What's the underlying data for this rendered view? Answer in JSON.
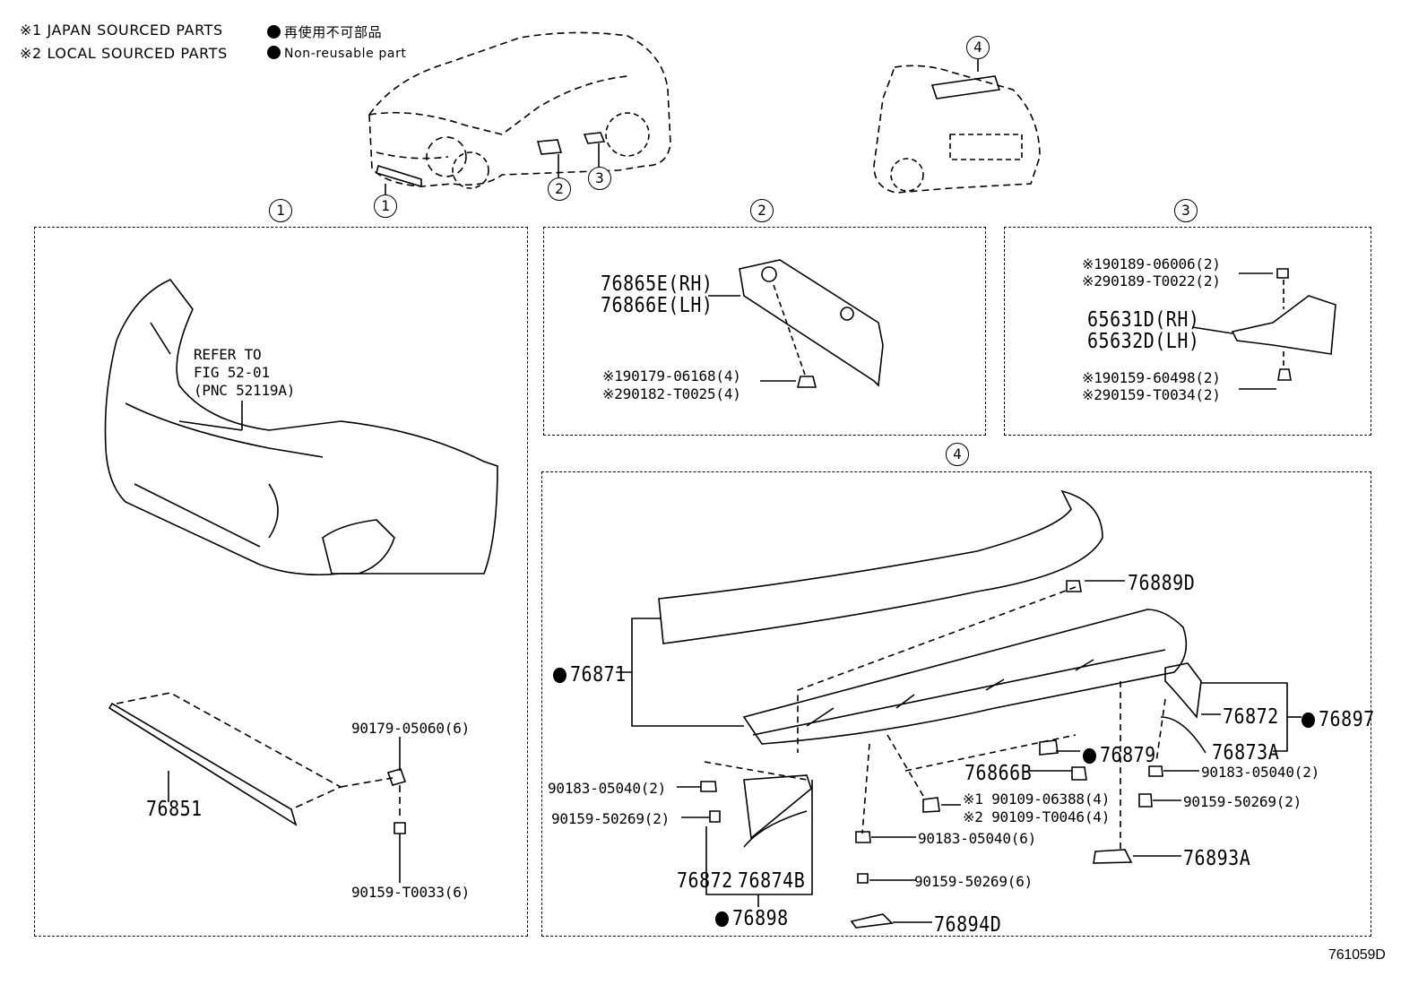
{
  "legend": {
    "japan": "※1 JAPAN SOURCED PARTS",
    "local": "※2 LOCAL SOURCED PARTS",
    "non_reusable_jp": "再使用不可部品",
    "non_reusable_en": "Non-reusable part"
  },
  "callouts": {
    "c1": "1",
    "c2": "2",
    "c3": "3",
    "c4": "4",
    "p1": "1",
    "p2": "2",
    "p3": "3",
    "p4": "4"
  },
  "panel1": {
    "refer_1": "REFER TO",
    "refer_2": "FIG 52-01",
    "refer_3": "(PNC 52119A)",
    "part_76851": "76851",
    "clip": "90179-05060(6)",
    "screw": "90159-T0033(6)"
  },
  "panel2": {
    "rh": "76865E(RH)",
    "lh": "76866E(LH)",
    "clip1": "※190179-06168(4)",
    "clip2": "※290182-T0025(4)"
  },
  "panel3": {
    "clip1": "※190189-06006(2)",
    "clip2": "※290189-T0022(2)",
    "rh": "65631D(RH)",
    "lh": "65632D(LH)",
    "screw1": "※190159-60498(2)",
    "screw2": "※290159-T0034(2)"
  },
  "panel4": {
    "p76889D": "76889D",
    "p76871": "76871",
    "p76872_r": "76872",
    "p76897": "76897",
    "p76873A": "76873A",
    "p76879": "76879",
    "p76866B": "76866B",
    "bolt1": "※1 90109-06388(4)",
    "bolt2": "※2 90109-T0046(4)",
    "nut_r": "90183-05040(2)",
    "screw_r": "90159-50269(2)",
    "nut_l": "90183-05040(2)",
    "screw_l": "90159-50269(2)",
    "nut_c": "90183-05040(6)",
    "screw_c": "90159-50269(6)",
    "p76893A": "76893A",
    "p76872_l": "76872",
    "p76874B": "76874B",
    "p76898": "76898",
    "p76894D": "76894D"
  },
  "figure_id": "761059D"
}
